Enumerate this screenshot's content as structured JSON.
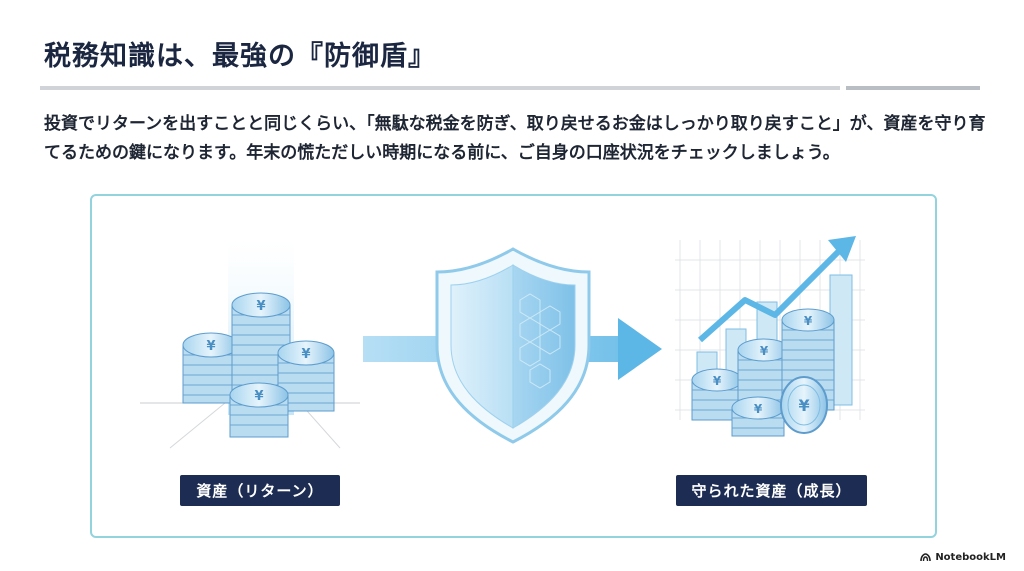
{
  "slide": {
    "title": "税務知識は、最強の『防御盾』",
    "body": "投資でリターンを出すことと同じくらい、「無駄な税金を防ぎ、取り戻せるお金はしっかり取り戻すこと」が、資産を守り育てるための鍵になります。年末の慌ただしい時期になる前に、ご自身の口座状況をチェックしましょう。"
  },
  "diagram": {
    "left_label": "資産（リターン）",
    "right_label": "守られた資産（成長）",
    "coin_symbol": "¥",
    "icons": [
      "coin-stack-icon",
      "shield-icon",
      "arrow-right-icon",
      "growth-chart-icon"
    ],
    "colors": {
      "accent": "#5fb9e6",
      "label_bg": "#1c2c52",
      "frame": "#93d3de"
    }
  },
  "footer": {
    "brand": "NotebookLM"
  }
}
